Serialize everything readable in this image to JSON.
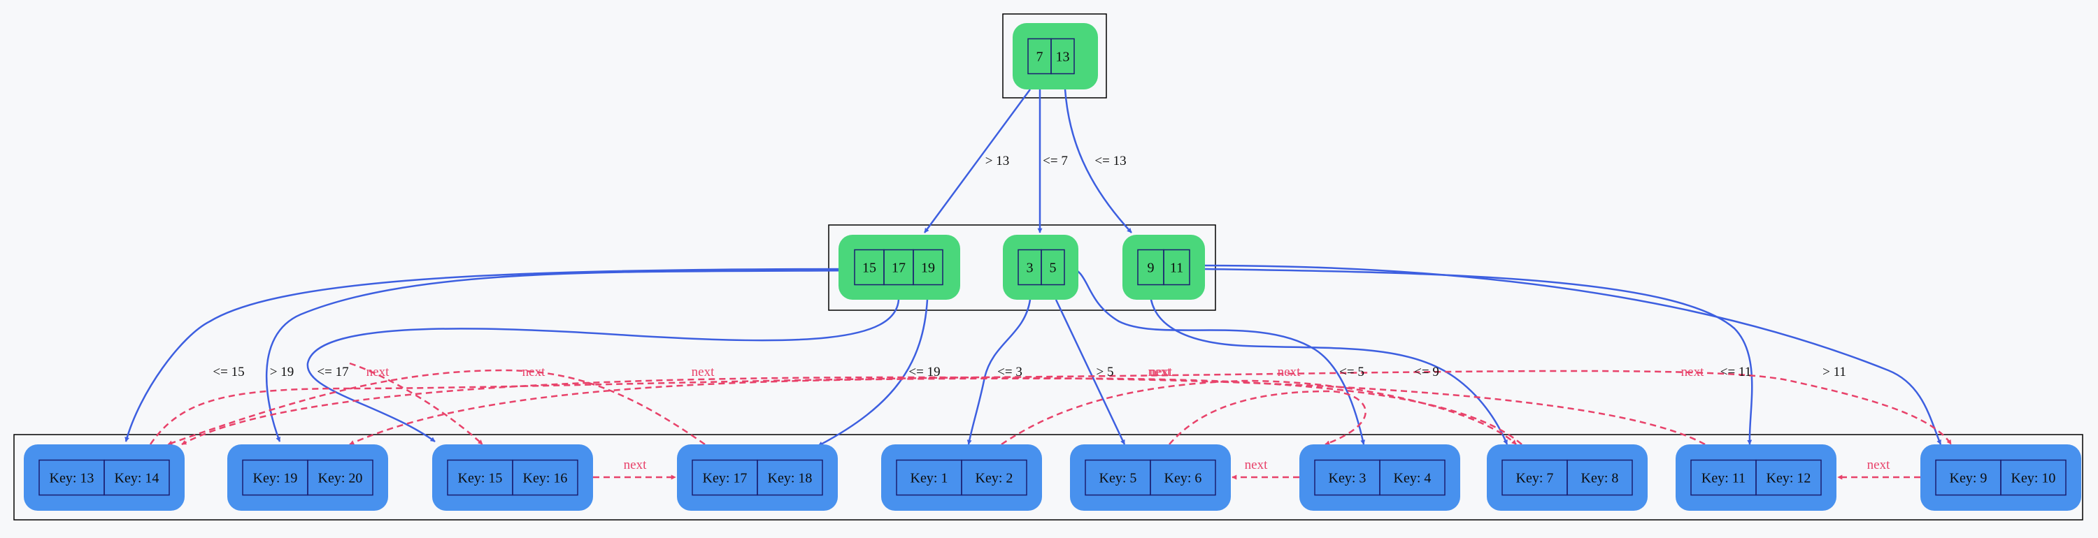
{
  "colors": {
    "background": "#f7f8fa",
    "inner_node_fill": "#4ad77b",
    "leaf_node_fill": "#4891ee",
    "child_edge": "#3d5fe0",
    "next_edge": "#e8426a",
    "cell_border": "#1a1f70",
    "cluster_border": "#000000",
    "text": "#0d0d0d"
  },
  "root_node": {
    "keys": [
      "7",
      "13"
    ]
  },
  "inner_nodes": [
    {
      "id": "n15",
      "keys": [
        "15",
        "17",
        "19"
      ]
    },
    {
      "id": "n3",
      "keys": [
        "3",
        "5"
      ]
    },
    {
      "id": "n9",
      "keys": [
        "9",
        "11"
      ]
    }
  ],
  "leaf_nodes": [
    {
      "id": "L13",
      "keys": [
        "Key: 13",
        "Key: 14"
      ]
    },
    {
      "id": "L19",
      "keys": [
        "Key: 19",
        "Key: 20"
      ]
    },
    {
      "id": "L15",
      "keys": [
        "Key: 15",
        "Key: 16"
      ]
    },
    {
      "id": "L17",
      "keys": [
        "Key: 17",
        "Key: 18"
      ]
    },
    {
      "id": "L1",
      "keys": [
        "Key: 1",
        "Key: 2"
      ]
    },
    {
      "id": "L5",
      "keys": [
        "Key: 5",
        "Key: 6"
      ]
    },
    {
      "id": "L3",
      "keys": [
        "Key: 3",
        "Key: 4"
      ]
    },
    {
      "id": "L7",
      "keys": [
        "Key: 7",
        "Key: 8"
      ]
    },
    {
      "id": "L11",
      "keys": [
        "Key: 11",
        "Key: 12"
      ]
    },
    {
      "id": "L9",
      "keys": [
        "Key: 9",
        "Key: 10"
      ]
    }
  ],
  "child_edges": [
    {
      "id": "root-n15",
      "label": "> 13"
    },
    {
      "id": "root-n3",
      "label": "<= 7"
    },
    {
      "id": "root-n9",
      "label": "<= 13"
    },
    {
      "id": "n15-L13",
      "label": "<= 15"
    },
    {
      "id": "n15-L19",
      "label": "> 19"
    },
    {
      "id": "n15-L15",
      "label": "<= 17"
    },
    {
      "id": "n15-L17",
      "label": "<= 19"
    },
    {
      "id": "n3-L1",
      "label": "<= 3"
    },
    {
      "id": "n3-L5",
      "label": "> 5"
    },
    {
      "id": "n3-L3",
      "label": "<= 5"
    },
    {
      "id": "n9-L7",
      "label": "<= 9"
    },
    {
      "id": "n9-L11",
      "label": "<= 11"
    },
    {
      "id": "n9-L9",
      "label": "> 11"
    }
  ],
  "next_edges": [
    {
      "id": "L15-L17",
      "label": "next"
    },
    {
      "id": "L3-L5",
      "label": "next"
    },
    {
      "id": "L9-L11",
      "label": "next"
    },
    {
      "id": "L19-L15",
      "label": "next"
    },
    {
      "id": "L17-L13",
      "label": "next"
    },
    {
      "id": "L11-L13",
      "label": "next"
    },
    {
      "id": "L7-L19",
      "label": "next"
    },
    {
      "id": "L1-L7",
      "label": "next"
    },
    {
      "id": "L5-L3",
      "label": "next"
    },
    {
      "id": "L13-L9",
      "label": "next"
    }
  ]
}
